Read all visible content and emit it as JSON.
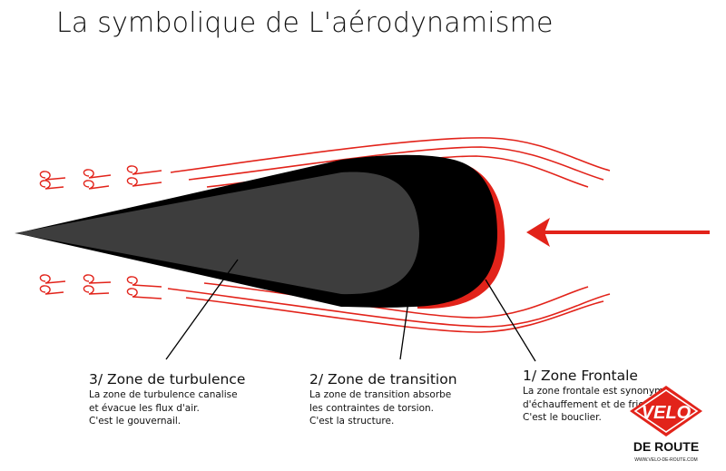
{
  "title": "La symbolique de L'aérodynamisme",
  "zones": [
    {
      "heading": "3/ Zone de turbulence",
      "lines": [
        "La zone de turbulence canalise",
        "et évacue les flux d'air.",
        "C'est le gouvernail."
      ]
    },
    {
      "heading": "2/ Zone de transition",
      "lines": [
        "La zone de transition absorbe",
        "les contraintes de torsion.",
        "C'est la structure."
      ]
    },
    {
      "heading": "1/ Zone Frontale",
      "lines": [
        "La zone frontale est synonyme",
        "d'échauffement et de friction.",
        "C'est le bouclier."
      ]
    }
  ],
  "logo": {
    "line1": "VELO",
    "line2": "DE ROUTE",
    "url": "WWW.VELO-DE-ROUTE.COM"
  },
  "colors": {
    "airflow": "#e2231a",
    "body_dark": "#000000",
    "tail_gray": "#3d3d3d",
    "text": "#111111"
  }
}
